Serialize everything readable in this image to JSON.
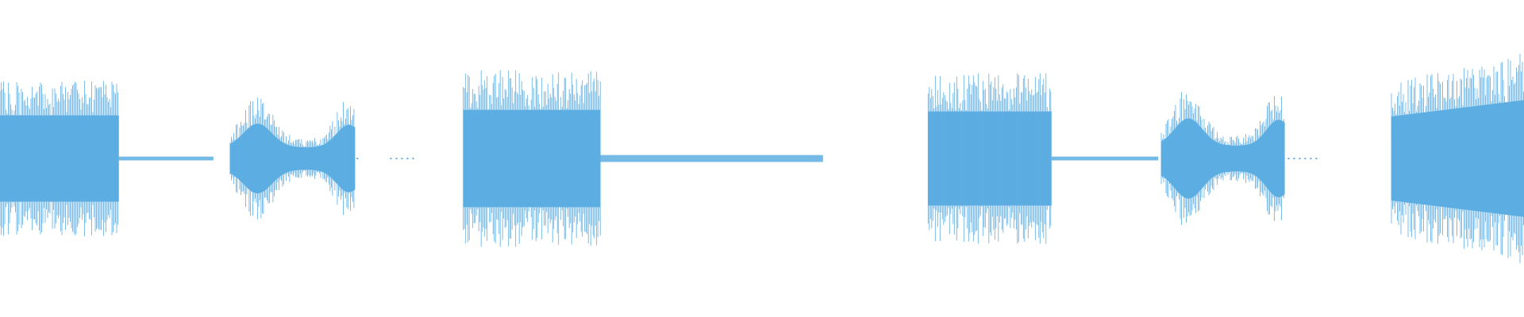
{
  "waveform": {
    "color": "#5DADE2",
    "background": "#FFFFFF",
    "amplitude_scale": 1.0,
    "segments": [
      {
        "kind": "burst",
        "start": 0.0,
        "end": 0.078,
        "peak": 0.55,
        "envelope": "flat",
        "phase": 0.3
      },
      {
        "kind": "hum",
        "start": 0.078,
        "end": 0.14,
        "peak": 0.012
      },
      {
        "kind": "burst",
        "start": 0.151,
        "end": 0.233,
        "peak": 0.4,
        "envelope": "hourglass",
        "phase": 1.1
      },
      {
        "kind": "dots",
        "start": 0.234,
        "end": 0.236,
        "peak": 0.01
      },
      {
        "kind": "dots",
        "start": 0.256,
        "end": 0.272,
        "peak": 0.01
      },
      {
        "kind": "burst",
        "start": 0.304,
        "end": 0.394,
        "peak": 0.62,
        "envelope": "flat",
        "phase": 2.4
      },
      {
        "kind": "hum",
        "start": 0.394,
        "end": 0.54,
        "peak": 0.022
      },
      {
        "kind": "burst",
        "start": 0.609,
        "end": 0.69,
        "peak": 0.6,
        "envelope": "flat",
        "phase": 3.7
      },
      {
        "kind": "hum",
        "start": 0.69,
        "end": 0.76,
        "peak": 0.012
      },
      {
        "kind": "burst",
        "start": 0.762,
        "end": 0.843,
        "peak": 0.46,
        "envelope": "hourglass",
        "phase": 4.2
      },
      {
        "kind": "dots",
        "start": 0.845,
        "end": 0.866,
        "peak": 0.01
      },
      {
        "kind": "burst",
        "start": 0.913,
        "end": 1.0,
        "peak": 0.67,
        "envelope": "rising",
        "phase": 5.9
      }
    ]
  }
}
